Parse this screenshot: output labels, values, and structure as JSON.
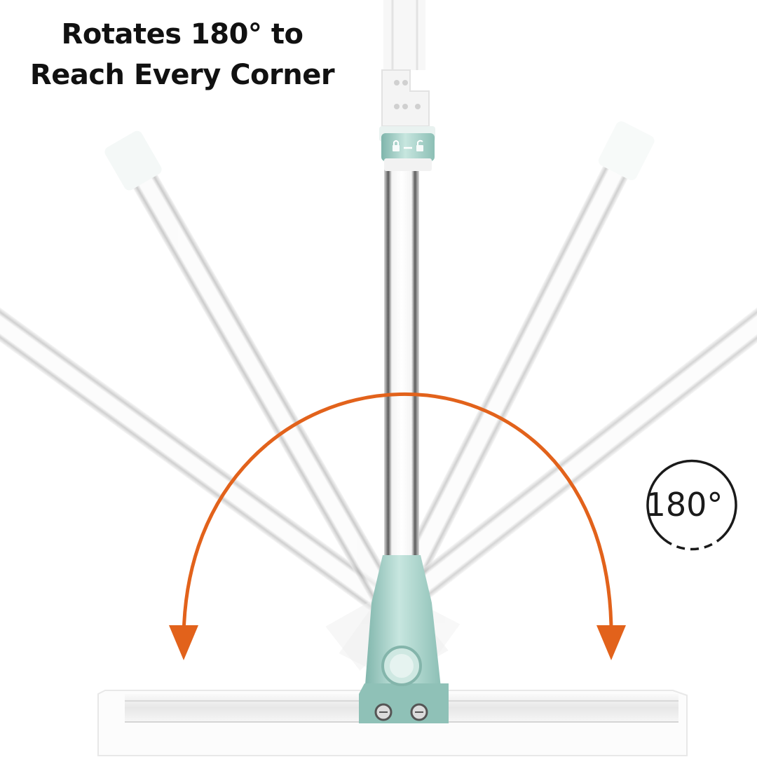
{
  "headline": {
    "line1": "Rotates 180° to",
    "line2": "Reach Every Corner"
  },
  "badge": {
    "text": "180°",
    "icon": "rotation-degree-icon"
  },
  "colors": {
    "arc": "#e2621b",
    "joint": "#9fcdc4",
    "pole_dark": "#5e5e5e",
    "blade": "#f1f1f1"
  },
  "rotation_degrees": 180,
  "ghost_positions": 4
}
